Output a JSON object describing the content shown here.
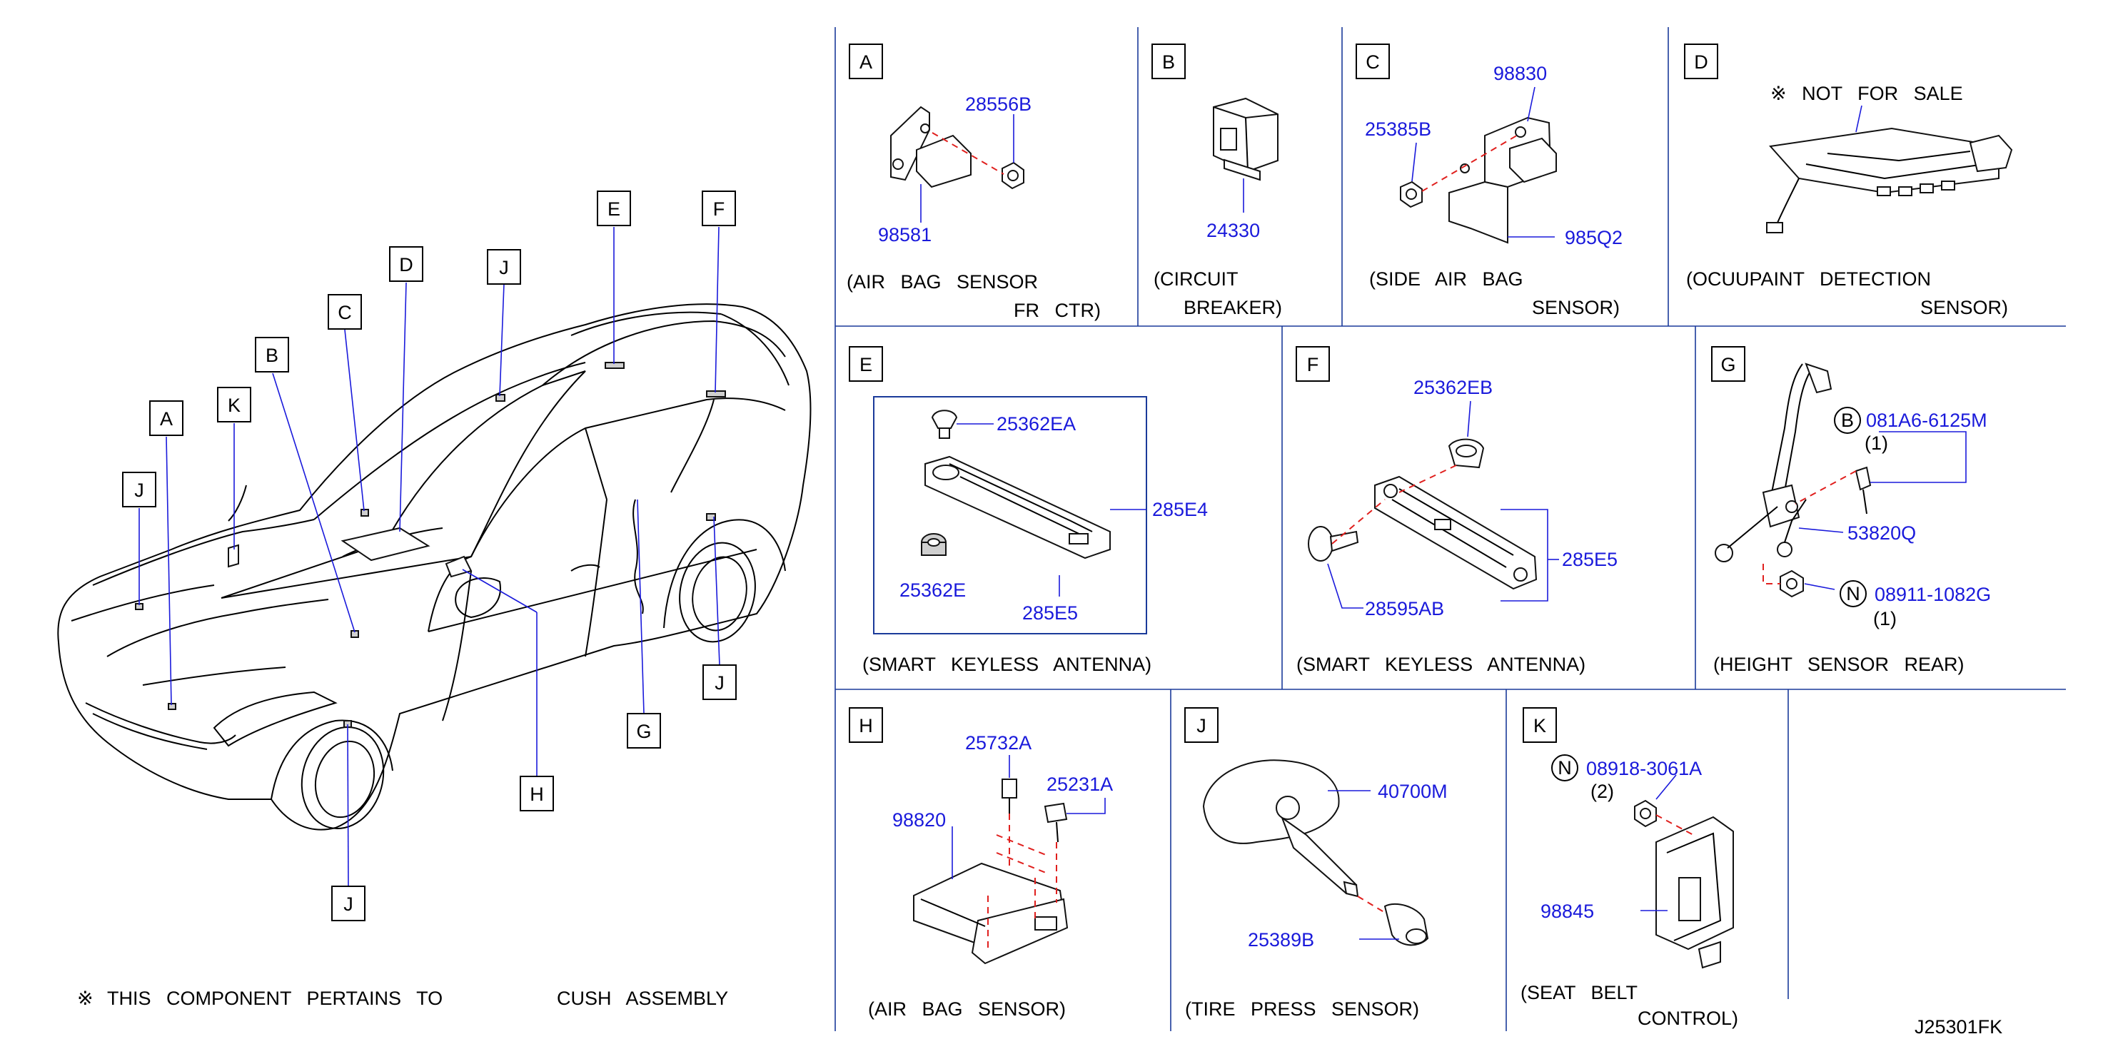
{
  "diagram_code": "J25301FK",
  "footnote": {
    "symbol": "※",
    "text_a": "THIS  COMPONENT  PERTAINS  TO",
    "text_b": "CUSH  ASSEMBLY"
  },
  "overview_callouts": {
    "A": "A",
    "B": "B",
    "C": "C",
    "D": "D",
    "E": "E",
    "F": "F",
    "G": "G",
    "H": "H",
    "J1": "J",
    "J2": "J",
    "J3": "J",
    "J4": "J",
    "K": "K"
  },
  "panels": {
    "A": {
      "letter": "A",
      "parts": [
        "28556B",
        "98581"
      ],
      "caption_1": "(AIR  BAG  SENSOR",
      "caption_2": "FR  CTR)"
    },
    "B": {
      "letter": "B",
      "parts": [
        "24330"
      ],
      "caption_1": "(CIRCUIT",
      "caption_2": "BREAKER)"
    },
    "C": {
      "letter": "C",
      "parts": [
        "98830",
        "25385B",
        "985Q2"
      ],
      "caption_1": "(SIDE  AIR  BAG",
      "caption_2": "SENSOR)"
    },
    "D": {
      "letter": "D",
      "note": "※ NOT  FOR  SALE",
      "caption_1": "(OCUUPAINT  DETECTION",
      "caption_2": "SENSOR)"
    },
    "E": {
      "letter": "E",
      "parts": [
        "25362EA",
        "285E4",
        "25362E",
        "285E5"
      ],
      "caption_1": "(SMART  KEYLESS  ANTENNA)"
    },
    "F": {
      "letter": "F",
      "parts": [
        "25362EB",
        "285E5",
        "28595AB"
      ],
      "caption_1": "(SMART  KEYLESS  ANTENNA)"
    },
    "G": {
      "letter": "G",
      "parts": [
        "081A6-6125M",
        "53820Q",
        "08911-1082G"
      ],
      "qty_1": "(1)",
      "qty_2": "(1)",
      "badge_1": "B",
      "badge_2": "N",
      "caption_1": "(HEIGHT  SENSOR  REAR)"
    },
    "H": {
      "letter": "H",
      "parts": [
        "25732A",
        "25231A",
        "98820"
      ],
      "caption_1": "(AIR  BAG  SENSOR)"
    },
    "J": {
      "letter": "J",
      "parts": [
        "40700M",
        "25389B"
      ],
      "caption_1": "(TIRE  PRESS  SENSOR)"
    },
    "K": {
      "letter": "K",
      "parts": [
        "08918-3061A",
        "98845"
      ],
      "qty_1": "(2)",
      "badge_1": "N",
      "caption_1": "(SEAT  BELT",
      "caption_2": "CONTROL)"
    }
  }
}
